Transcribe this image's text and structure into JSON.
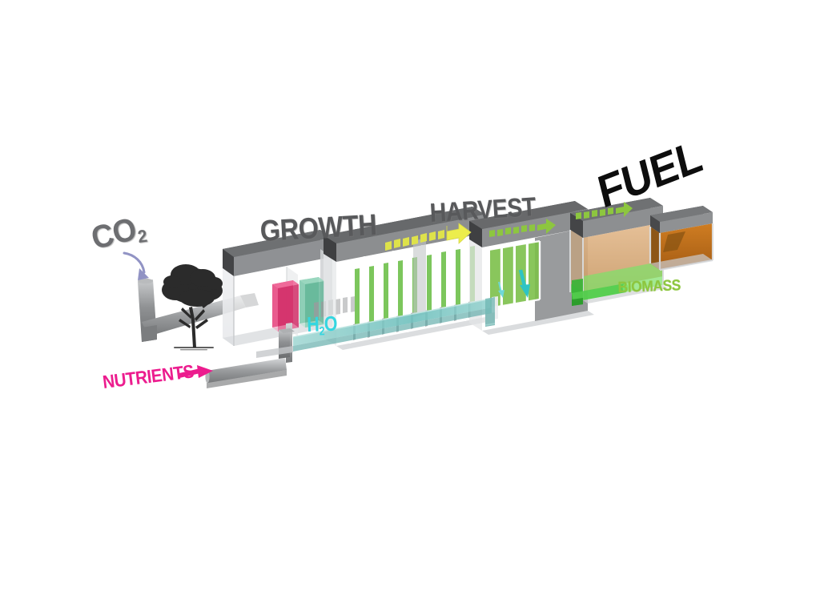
{
  "figure": {
    "title": "Algae biofuel production facility process diagram",
    "background_color": "#ffffff",
    "view": "3D isometric cutaway"
  },
  "labels": {
    "co2": {
      "text": "CO",
      "subscript": "2",
      "color": "#6d6e71"
    },
    "nutrients": {
      "text": "NUTRIENTS",
      "color": "#ec1c8e"
    },
    "growth": {
      "text": "GROWTH",
      "color": "#58595b"
    },
    "h2o": {
      "text": "H",
      "subscript": "2",
      "suffix": "O",
      "color": "#35d6e0"
    },
    "harvest": {
      "text": "HARVEST",
      "color": "#58595b"
    },
    "fuel": {
      "text": "FUEL",
      "color": "#0d0d0d"
    },
    "biomass": {
      "text": "BIOMASS",
      "color": "#8dc63f"
    }
  },
  "stages": [
    {
      "id": "intake",
      "name": "CO2 and nutrient intake"
    },
    {
      "id": "growth",
      "name": "Growth building with nutrient tanks"
    },
    {
      "id": "photobioreactor",
      "name": "Algae growth columns"
    },
    {
      "id": "harvest",
      "name": "Harvest building"
    },
    {
      "id": "biomass",
      "name": "Biomass holding tank"
    },
    {
      "id": "fuel",
      "name": "Fuel refinery tank"
    }
  ],
  "elements": {
    "tree": {
      "name": "tree-silhouette",
      "color": "#2b2b2b"
    },
    "co2_pipe": {
      "name": "co2-intake-pipe",
      "color": "#8a8c8e"
    },
    "nutrient_pipe": {
      "name": "nutrient-intake-pipe",
      "color": "#9b9da0"
    },
    "water_channel": {
      "name": "water-return-channel",
      "color": "#7fc5c5"
    },
    "tank_pink": {
      "name": "nutrient-tank",
      "color": "#e6447e"
    },
    "tank_teal": {
      "name": "water-tank",
      "color": "#7cc7ab"
    },
    "algae_columns": {
      "name": "algae-growth-column",
      "color": "#6ec04a",
      "count": 11
    },
    "harvest_panels": {
      "name": "harvest-panel",
      "color": "#7cc04a",
      "count": 5
    },
    "biomass_tank": {
      "name": "biomass-tank",
      "color": "#7ee06a"
    },
    "biomass_pipe": {
      "name": "biomass-output-pipe",
      "color": "#35b534"
    },
    "slurry_tank": {
      "name": "slurry-tank",
      "color": "#d4a373"
    },
    "fuel_tank": {
      "name": "fuel-tank",
      "color": "#c1701e"
    },
    "roof": {
      "name": "building-roof",
      "color": "#4d4e50"
    },
    "walls": {
      "name": "building-wall",
      "color": "#b9bbbd"
    }
  },
  "flow_arrows": [
    {
      "id": "arrow-growth-to-harvest",
      "color": "#d9e24a",
      "head_color": "#e8e84a",
      "direction": "right",
      "segments": 9
    },
    {
      "id": "arrow-harvest-forward",
      "color": "#8dc63f",
      "head_color": "#8dc63f",
      "direction": "right",
      "segments": 8
    },
    {
      "id": "arrow-harvest-to-fuel",
      "color": "#8dc63f",
      "head_color": "#8dc63f",
      "direction": "right",
      "segments": 9
    },
    {
      "id": "arrow-co2-down",
      "color": "#9193c4",
      "direction": "down"
    },
    {
      "id": "arrow-nutrients-right",
      "color": "#ec1c8e",
      "direction": "right"
    },
    {
      "id": "arrow-harvest-down",
      "color": "#2ec4c4",
      "direction": "down"
    }
  ]
}
